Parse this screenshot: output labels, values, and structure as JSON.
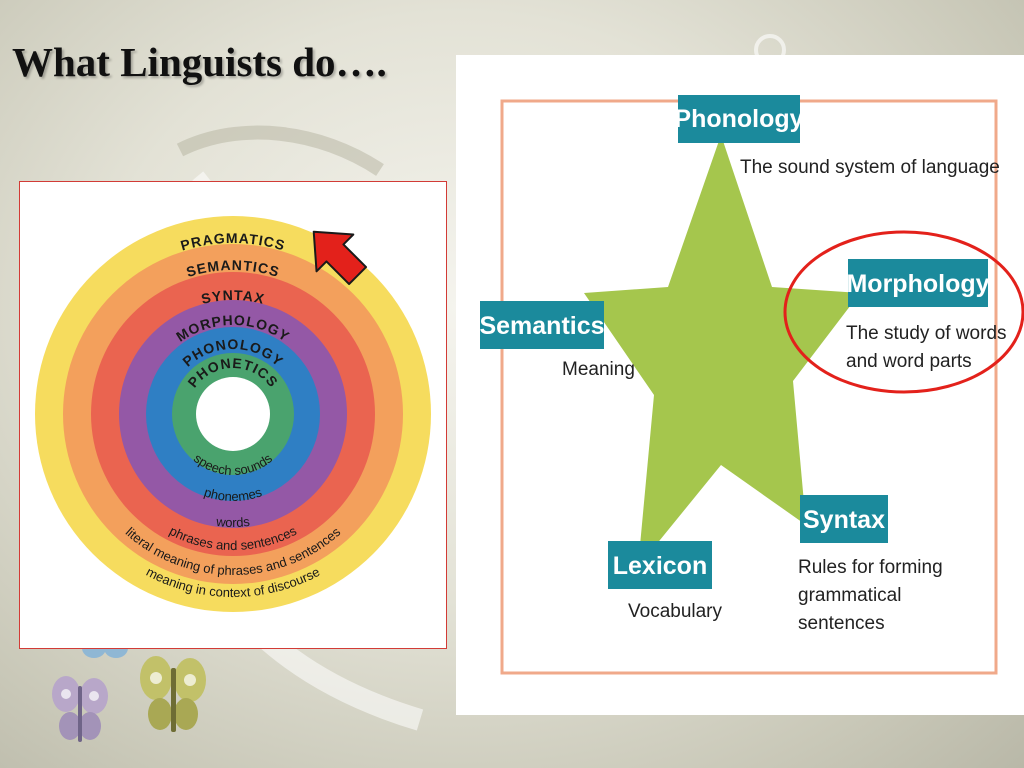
{
  "slide": {
    "title": "What Linguists do…."
  },
  "rings_diagram": {
    "ring_labels": [
      "PRAGMATICS",
      "SEMANTICS",
      "SYNTAX",
      "MORPHOLOGY",
      "PHONOLOGY",
      "PHONETICS"
    ],
    "unit_labels": [
      "speech sounds",
      "phonemes",
      "words",
      "phrases and sentences",
      "literal meaning of phrases and sentences",
      "meaning in context of discourse"
    ],
    "ring_colors": [
      "#f6dc5e",
      "#f3a05c",
      "#ea6450",
      "#9458a6",
      "#2f7fc4",
      "#4aa36e"
    ]
  },
  "star_diagram": {
    "points": [
      {
        "name": "Phonology",
        "desc": [
          "The sound system of language"
        ]
      },
      {
        "name": "Morphology",
        "desc": [
          "The study of words",
          "and word parts"
        ]
      },
      {
        "name": "Syntax",
        "desc": [
          "Rules for forming",
          "grammatical",
          "sentences"
        ]
      },
      {
        "name": "Lexicon",
        "desc": [
          "Vocabulary"
        ]
      },
      {
        "name": "Semantics",
        "desc": [
          "Meaning"
        ]
      }
    ],
    "label_color": "#1b8a9c",
    "star_color": "#a5c64d",
    "frame_color": "#f0a98a",
    "highlight_color": "#e3211b"
  }
}
